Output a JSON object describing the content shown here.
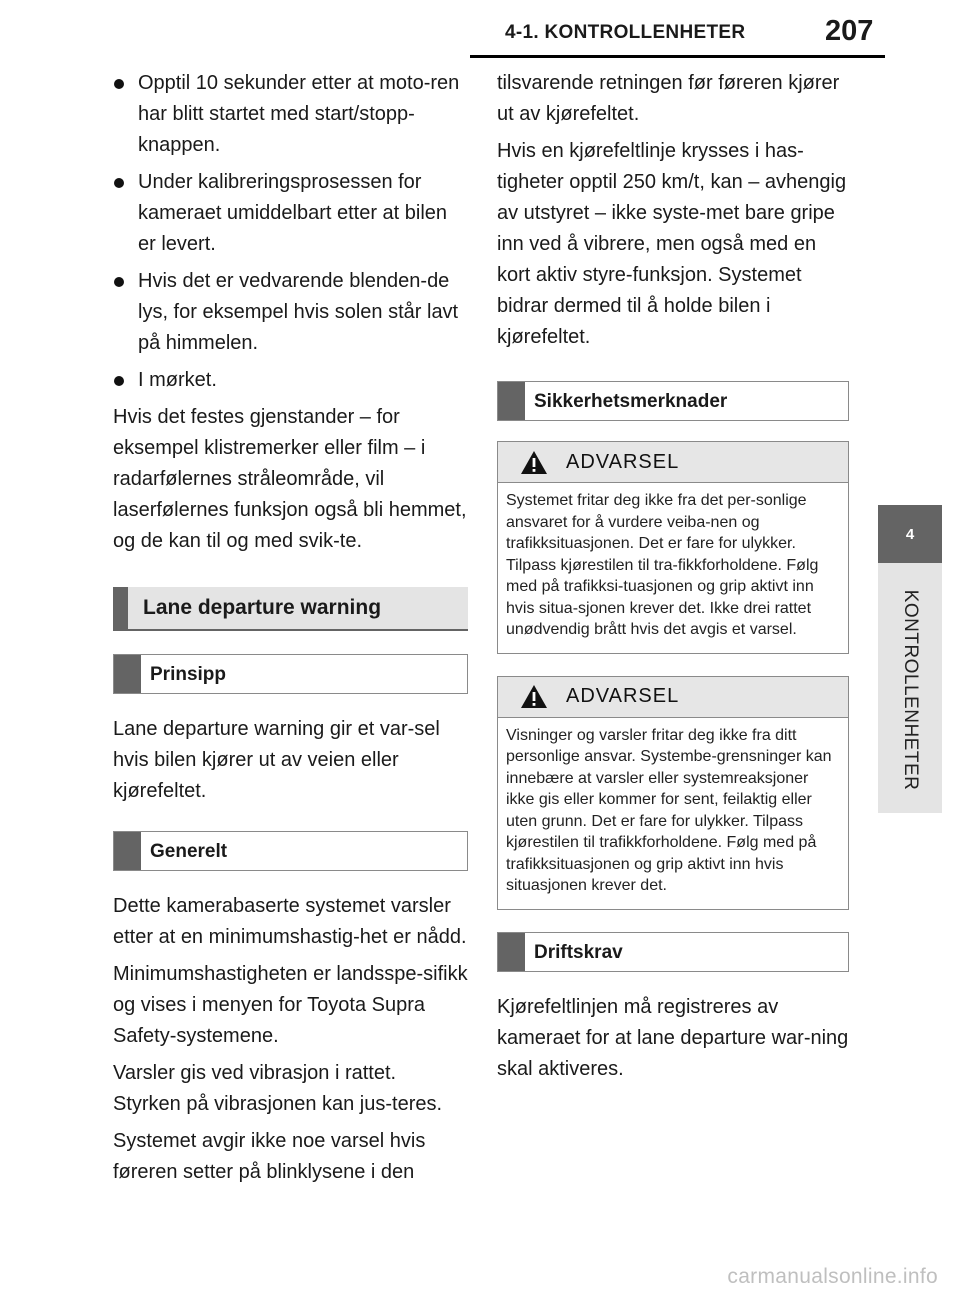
{
  "header": {
    "section_title": "4-1. KONTROLLENHETER",
    "page_number": "207"
  },
  "side_tab": {
    "chapter_number": "4",
    "chapter_label": "KONTROLLENHETER"
  },
  "left_column": {
    "bullets": [
      "Opptil 10 sekunder etter at moto-ren har blitt startet med start/stopp-knappen.",
      "Under kalibreringsprosessen for kameraet umiddelbart etter at bilen er levert.",
      "Hvis det er vedvarende blenden-de lys, for eksempel hvis solen står lavt på himmelen.",
      "I mørket."
    ],
    "paragraph_after_bullets": "Hvis det festes gjenstander – for eksempel klistremerker eller film – i radarfølernes stråleområde, vil laserfølernes funksjon også bli hemmet, og de kan til og med svik-te.",
    "section_heading": "Lane departure warning",
    "subheading_1": "Prinsipp",
    "paragraph_1": "Lane departure warning gir et var-sel hvis bilen kjører ut av veien eller kjørefeltet.",
    "subheading_2": "Generelt",
    "paragraphs_2": [
      "Dette kamerabaserte systemet varsler etter at en minimumshastig-het er nådd.",
      "Minimumshastigheten er landsspe-sifikk og vises i menyen for Toyota Supra Safety-systemene.",
      "Varsler gis ved vibrasjon i rattet. Styrken på vibrasjonen kan jus-teres.",
      "Systemet avgir ikke noe varsel hvis føreren setter på blinklysene i den"
    ]
  },
  "right_column": {
    "paragraphs": [
      "tilsvarende retningen før føreren kjører ut av kjørefeltet.",
      "Hvis en kjørefeltlinje krysses i has-tigheter opptil 250 km/t, kan – avhengig av utstyret – ikke syste-met bare gripe inn ved å vibrere, men også med en kort aktiv styre-funksjon. Systemet bidrar dermed til å holde bilen i kjørefeltet."
    ],
    "subheading_safety": "Sikkerhetsmerknader",
    "warnings": [
      {
        "title": "ADVARSEL",
        "icon": "warning-triangle-icon",
        "text": "Systemet fritar deg ikke fra det per-sonlige ansvaret for å vurdere veiba-nen og trafikksituasjonen. Det er fare for ulykker. Tilpass kjørestilen til tra-fikkforholdene. Følg med på trafikksi-tuasjonen og grip aktivt inn hvis situa-sjonen krever det. Ikke drei rattet unødvendig brått hvis det avgis et varsel."
      },
      {
        "title": "ADVARSEL",
        "icon": "warning-triangle-icon",
        "text": "Visninger og varsler fritar deg ikke fra ditt personlige ansvar. Systembe-grensninger kan innebære at varsler eller systemreaksjoner ikke gis eller kommer for sent, feilaktig eller uten grunn. Det er fare for ulykker. Tilpass kjørestilen til trafikkforholdene. Følg med på trafikksituasjonen og grip aktivt inn hvis situasjonen krever det."
      }
    ],
    "subheading_requirements": "Driftskrav",
    "paragraph_requirements": "Kjørefeltlinjen må registreres av kameraet for at lane departure war-ning skal aktiveres."
  },
  "footer": {
    "watermark": "carmanualsonline.info"
  },
  "colors": {
    "accent_dark": "#646464",
    "accent_light": "#e4e4e4"
  }
}
